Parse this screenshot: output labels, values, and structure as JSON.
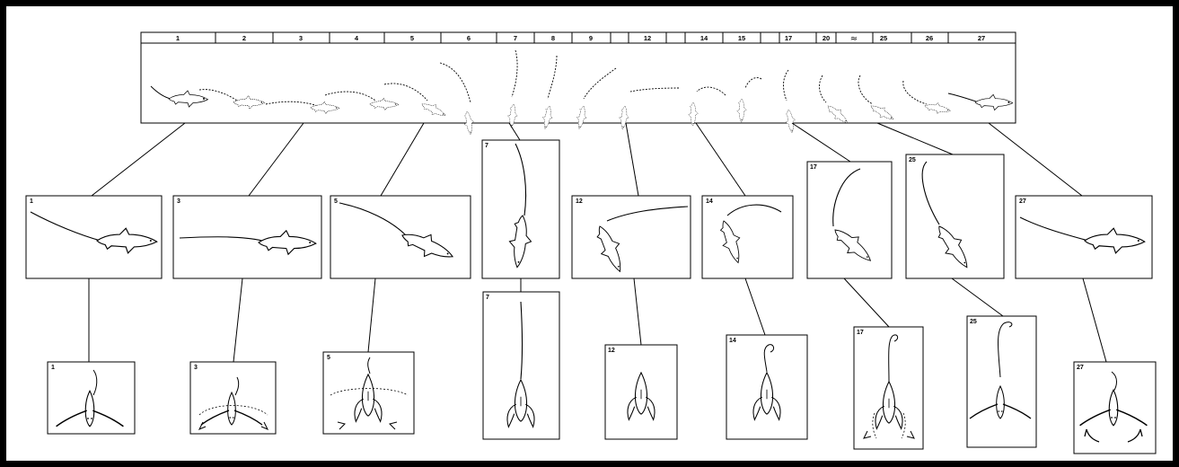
{
  "colors": {
    "ink": "#000000",
    "paper": "#ffffff",
    "border": "#000000"
  },
  "strip": {
    "labels": [
      "1",
      "2",
      "3",
      "4",
      "5",
      "6",
      "7",
      "8",
      "9",
      "12",
      "14",
      "15",
      "17",
      "20",
      "≈",
      "25",
      "26",
      "27"
    ]
  },
  "lateral_panels": [
    "1",
    "3",
    "5",
    "7",
    "12",
    "14",
    "17",
    "25",
    "27"
  ],
  "dorsal_panels": [
    "1",
    "3",
    "5",
    "7",
    "12",
    "14",
    "17",
    "25",
    "27"
  ]
}
